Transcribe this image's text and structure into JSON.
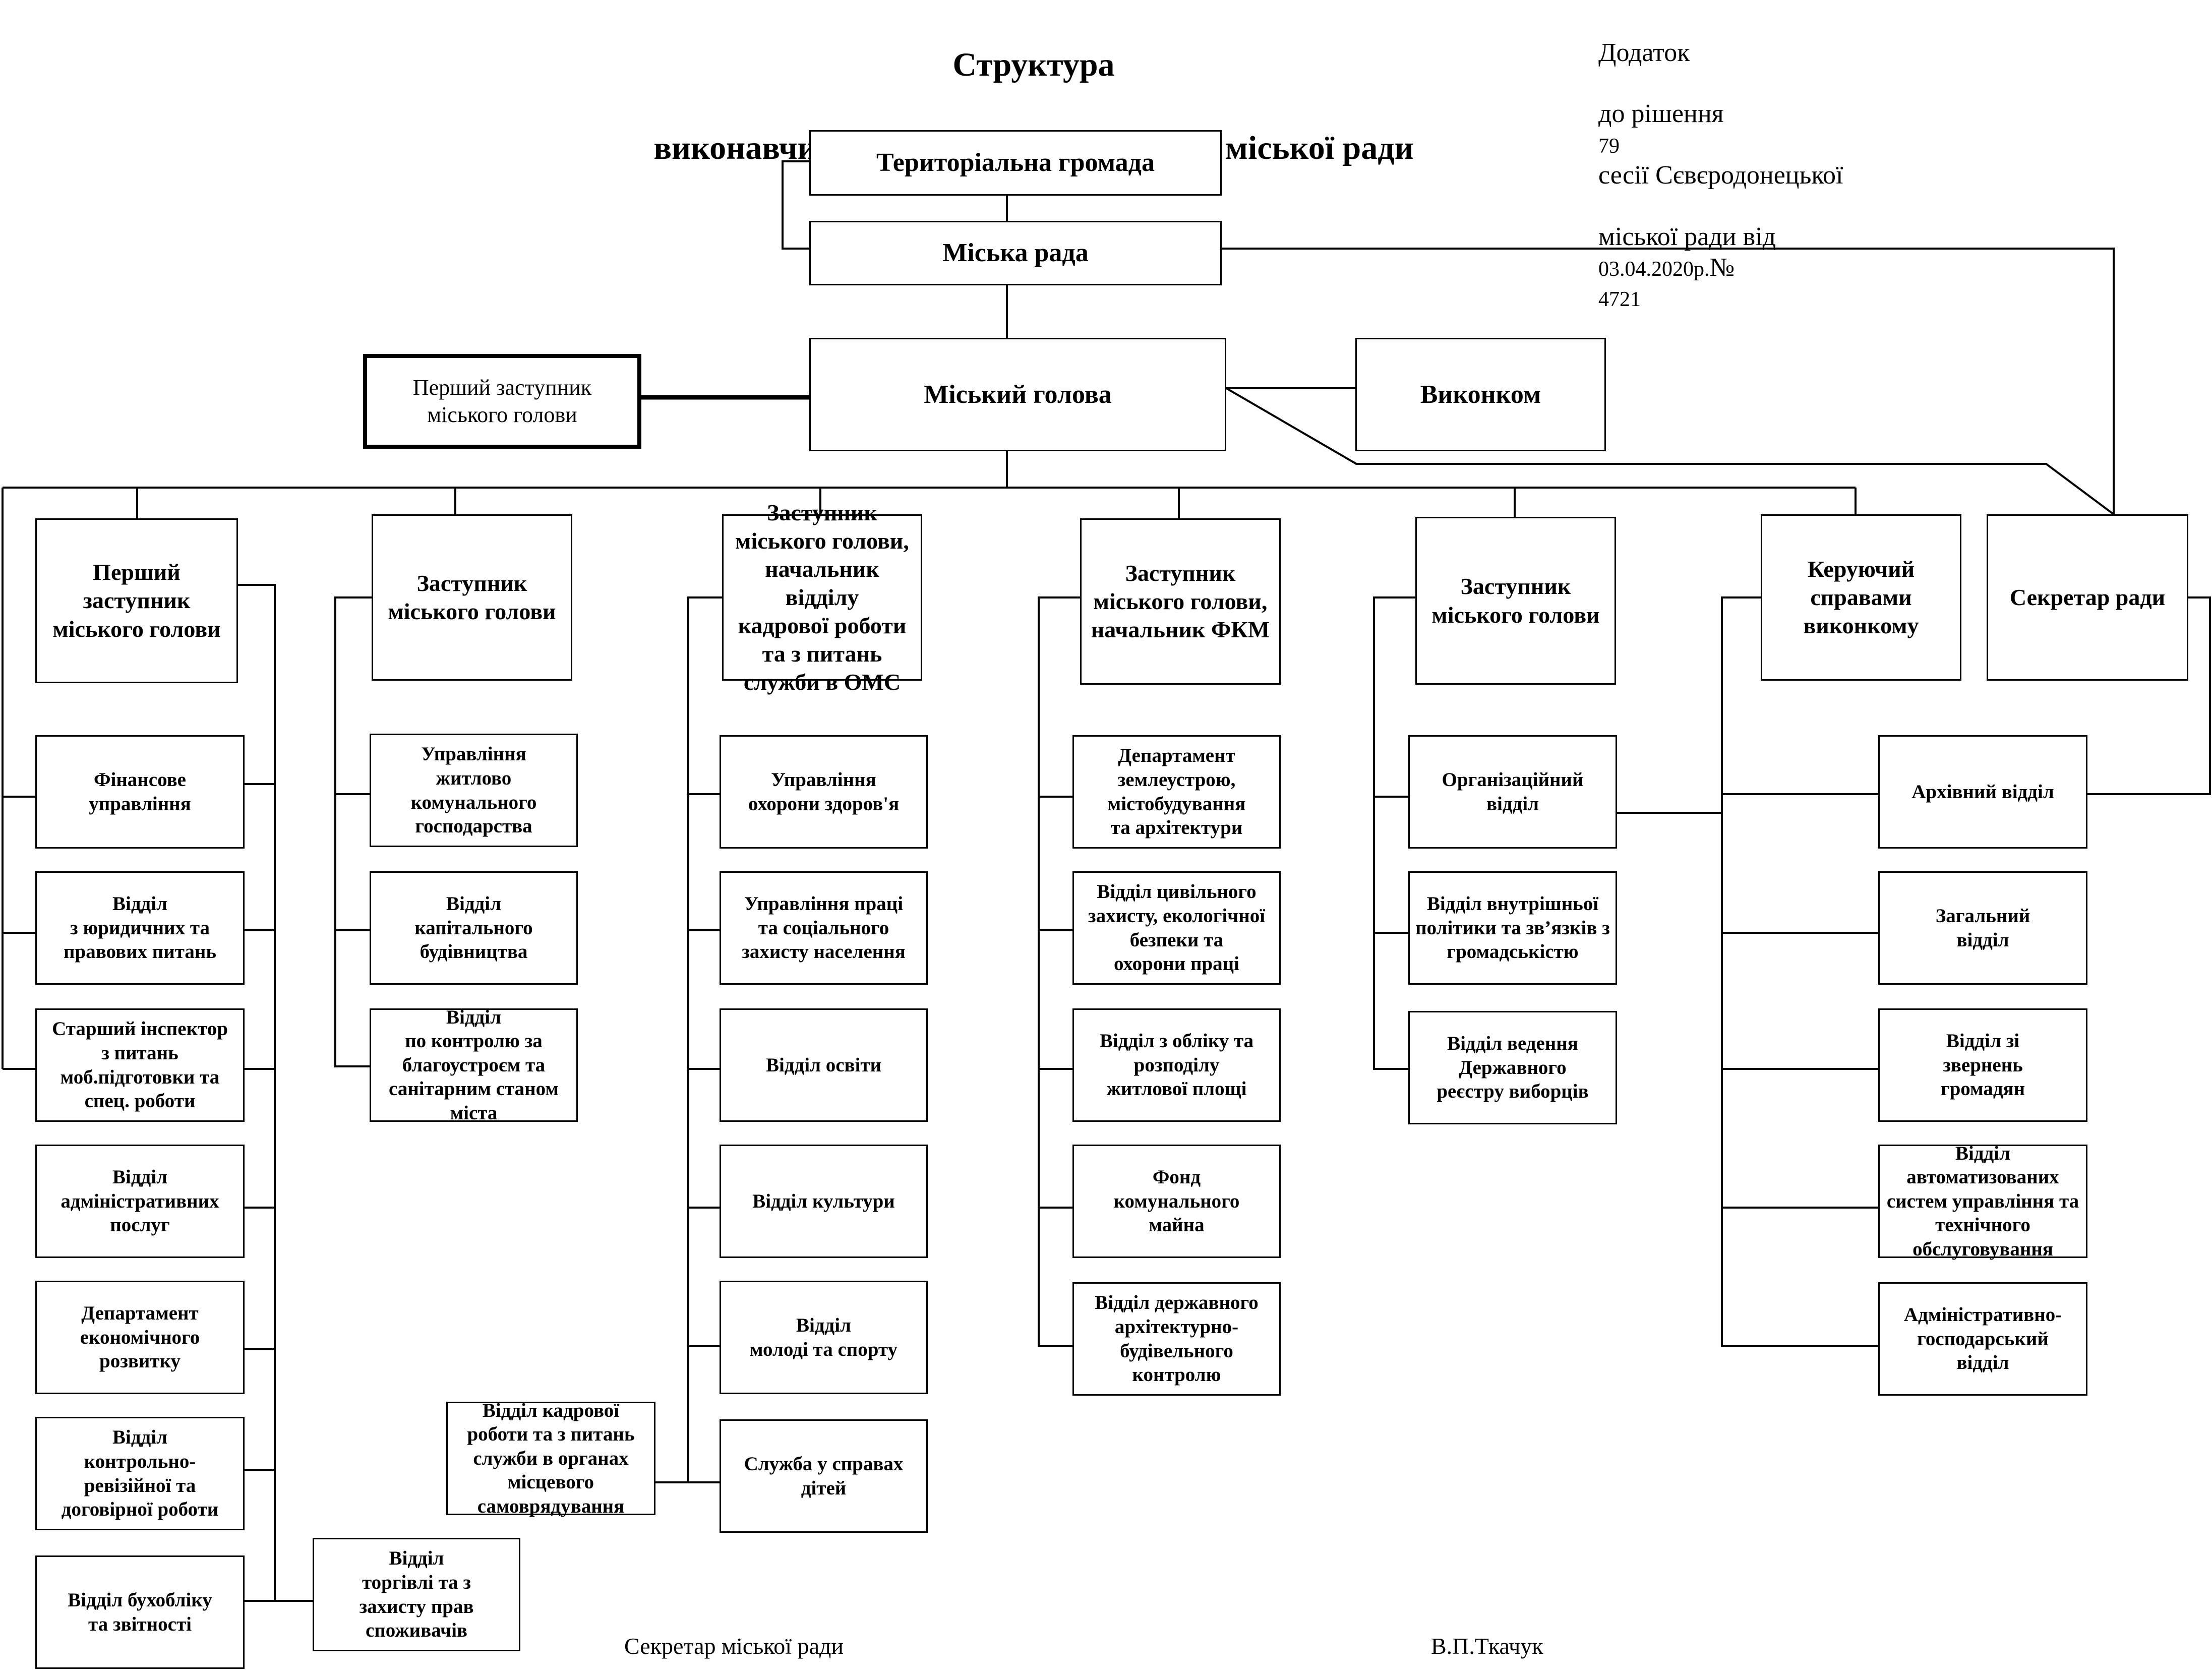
{
  "header": {
    "title_line1": "Структура",
    "title_line2": "виконавчих органів Сєвєродонецької міської ради",
    "addendum_word": "Додаток",
    "addendum_line2": "до рішення",
    "session_no": "79",
    "session_text": "сесії Сєвєродонецької",
    "addendum_line3": "міської ради  від",
    "date": "03.04.2020р.",
    "number_sign": "№",
    "decision_no": "4721"
  },
  "top": {
    "territorial": "Територіальна громада",
    "council": "Міська рада",
    "mayor": "Міський голова",
    "executive": "Виконком",
    "first_deputy_side": "Перший заступник\nміського голови"
  },
  "columns": {
    "c1": {
      "head": "Перший\nзаступник\nміського голови",
      "items": [
        "Фінансове\nуправління",
        "Відділ\nз юридичних та\nправових питань",
        "Старший інспектор\nз питань\nмоб.підготовки та\nспец. роботи",
        "Відділ\nадміністративних\nпослуг",
        "Департамент\nекономічного\nрозвитку",
        "Відділ\nконтрольно-\nревізійної та\nдоговірної роботи",
        "Відділ бухобліку\nта звітності"
      ],
      "extra": "Відділ\nторгівлі та з\nзахисту прав\nспоживачів"
    },
    "c2": {
      "head": "Заступник\nміського голови",
      "items": [
        "Управління\nжитлово\nкомунального\nгосподарства",
        "Відділ\nкапітального\nбудівництва",
        "Відділ\nпо контролю за\nблагоустроєм та\nсанітарним станом\nміста"
      ]
    },
    "c3": {
      "head": "Заступник\nміського голови,\nначальник відділу\nкадрової роботи\nта з питань\nслужби в ОМС",
      "items": [
        "Управління\nохорони здоров'я",
        "Управління праці\nта соціального\nзахисту населення",
        "Відділ освіти",
        "Відділ культури",
        "Відділ\nмолоді та спорту",
        "Служба у справах\nдітей"
      ],
      "extra": "Відділ кадрової\nроботи та з питань\nслужби в органах\nмісцевого\nсамоврядування"
    },
    "c4": {
      "head": "Заступник\nміського голови,\nначальник ФКМ",
      "items": [
        "Департамент\nземлеустрою,\nмістобудування\nта архітектури",
        "Відділ цивільного\nзахисту, екологічної\nбезпеки та\nохорони праці",
        "Відділ з обліку та\nрозподілу\nжитлової площі",
        "Фонд\nкомунального\nмайна",
        "Відділ державного\nархітектурно-\nбудівельного\nконтролю"
      ]
    },
    "c5": {
      "head": "Заступник\nміського голови",
      "items": [
        "Організаційний\nвідділ",
        "Відділ внутрішньої\nполітики та зв’язків з\nгромадськістю",
        "Відділ ведення\nДержавного\nреєстру виборців"
      ]
    },
    "c6": {
      "head": "Керуючий\nсправами\nвиконкому",
      "items": [
        "Архівний відділ",
        "Загальний\nвідділ",
        "Відділ зі\nзвернень\nгромадян",
        "Відділ\nавтоматизованих\nсистем управління та\nтехнічного\nобслуговування",
        "Адміністративно-\nгосподарський\nвідділ"
      ]
    },
    "c7": {
      "head": "Секретар ради"
    }
  },
  "footer": {
    "secretary_label": "Секретар міської ради",
    "secretary_name": "В.П.Ткачук"
  }
}
